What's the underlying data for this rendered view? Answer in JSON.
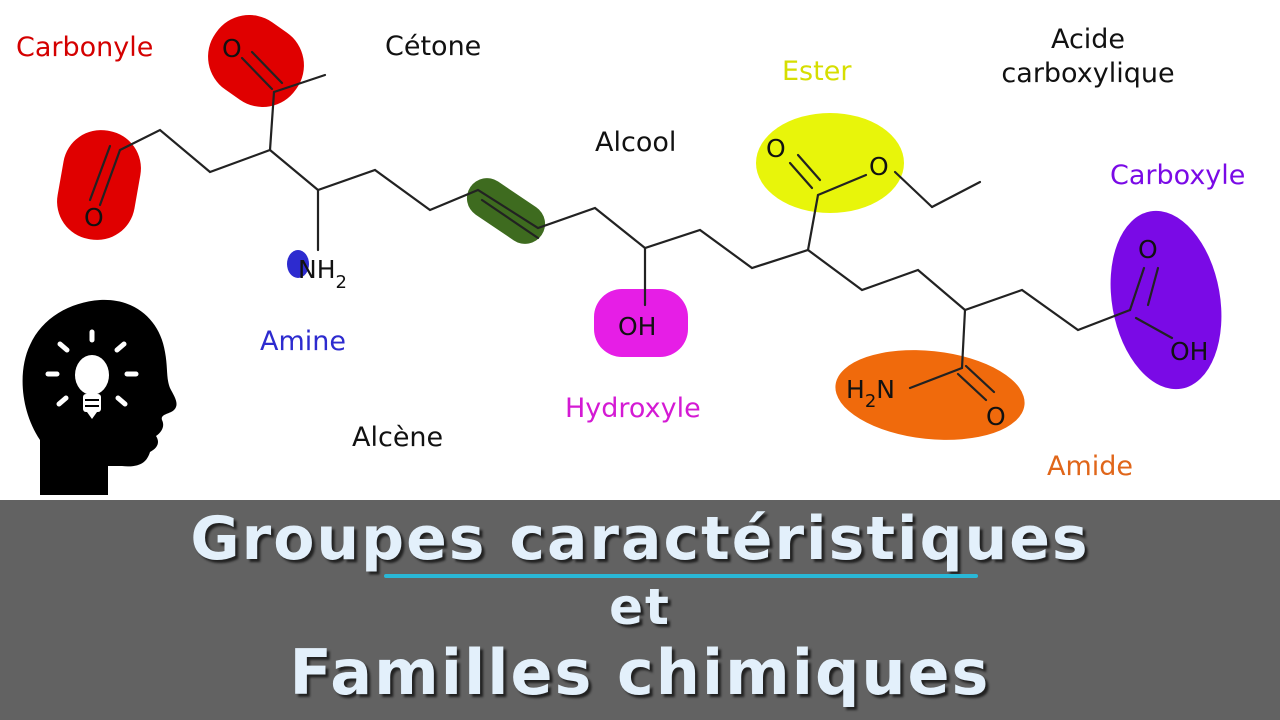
{
  "labels": {
    "carbonyle": "Carbonyle",
    "cetone": "Cétone",
    "ester": "Ester",
    "acide_line1": "Acide",
    "acide_line2": "carboxylique",
    "alcool": "Alcool",
    "carboxyle": "Carboxyle",
    "amine": "Amine",
    "hydroxyle": "Hydroxyle",
    "alcene": "Alcène",
    "amide": "Amide"
  },
  "atoms": {
    "o": "O",
    "n": "N",
    "h": "H",
    "two": "2",
    "oh": "OH"
  },
  "title": {
    "line1": "Groupes caractéristiques",
    "line2": "et",
    "line3": "Familles chimiques"
  },
  "colors": {
    "carbonyle": "#e00000",
    "ester": "#e8f50a",
    "amine": "#2d2bcf",
    "alcene": "#3e6b1f",
    "hydroxyle": "#e61ee6",
    "amide": "#f06a0c",
    "carboxyle": "#7a0ae6",
    "banner": "#626262",
    "title_text": "#e3f0fb",
    "underline": "#29b7d6"
  },
  "icons": [
    "lightbulb-head-icon"
  ]
}
